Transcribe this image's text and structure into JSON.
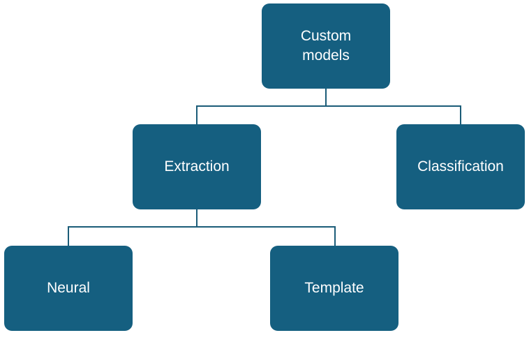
{
  "diagram": {
    "type": "hierarchy",
    "colors": {
      "node_fill": "#155f80",
      "node_text": "#ffffff",
      "connector": "#1b5c78",
      "background": "#ffffff"
    },
    "nodes": {
      "root": {
        "label": "Custom\nmodels"
      },
      "extraction": {
        "label": "Extraction"
      },
      "classification": {
        "label": "Classification"
      },
      "neural": {
        "label": "Neural"
      },
      "template": {
        "label": "Template"
      }
    },
    "edges": [
      {
        "from": "root",
        "to": "extraction"
      },
      {
        "from": "root",
        "to": "classification"
      },
      {
        "from": "extraction",
        "to": "neural"
      },
      {
        "from": "extraction",
        "to": "template"
      }
    ]
  }
}
